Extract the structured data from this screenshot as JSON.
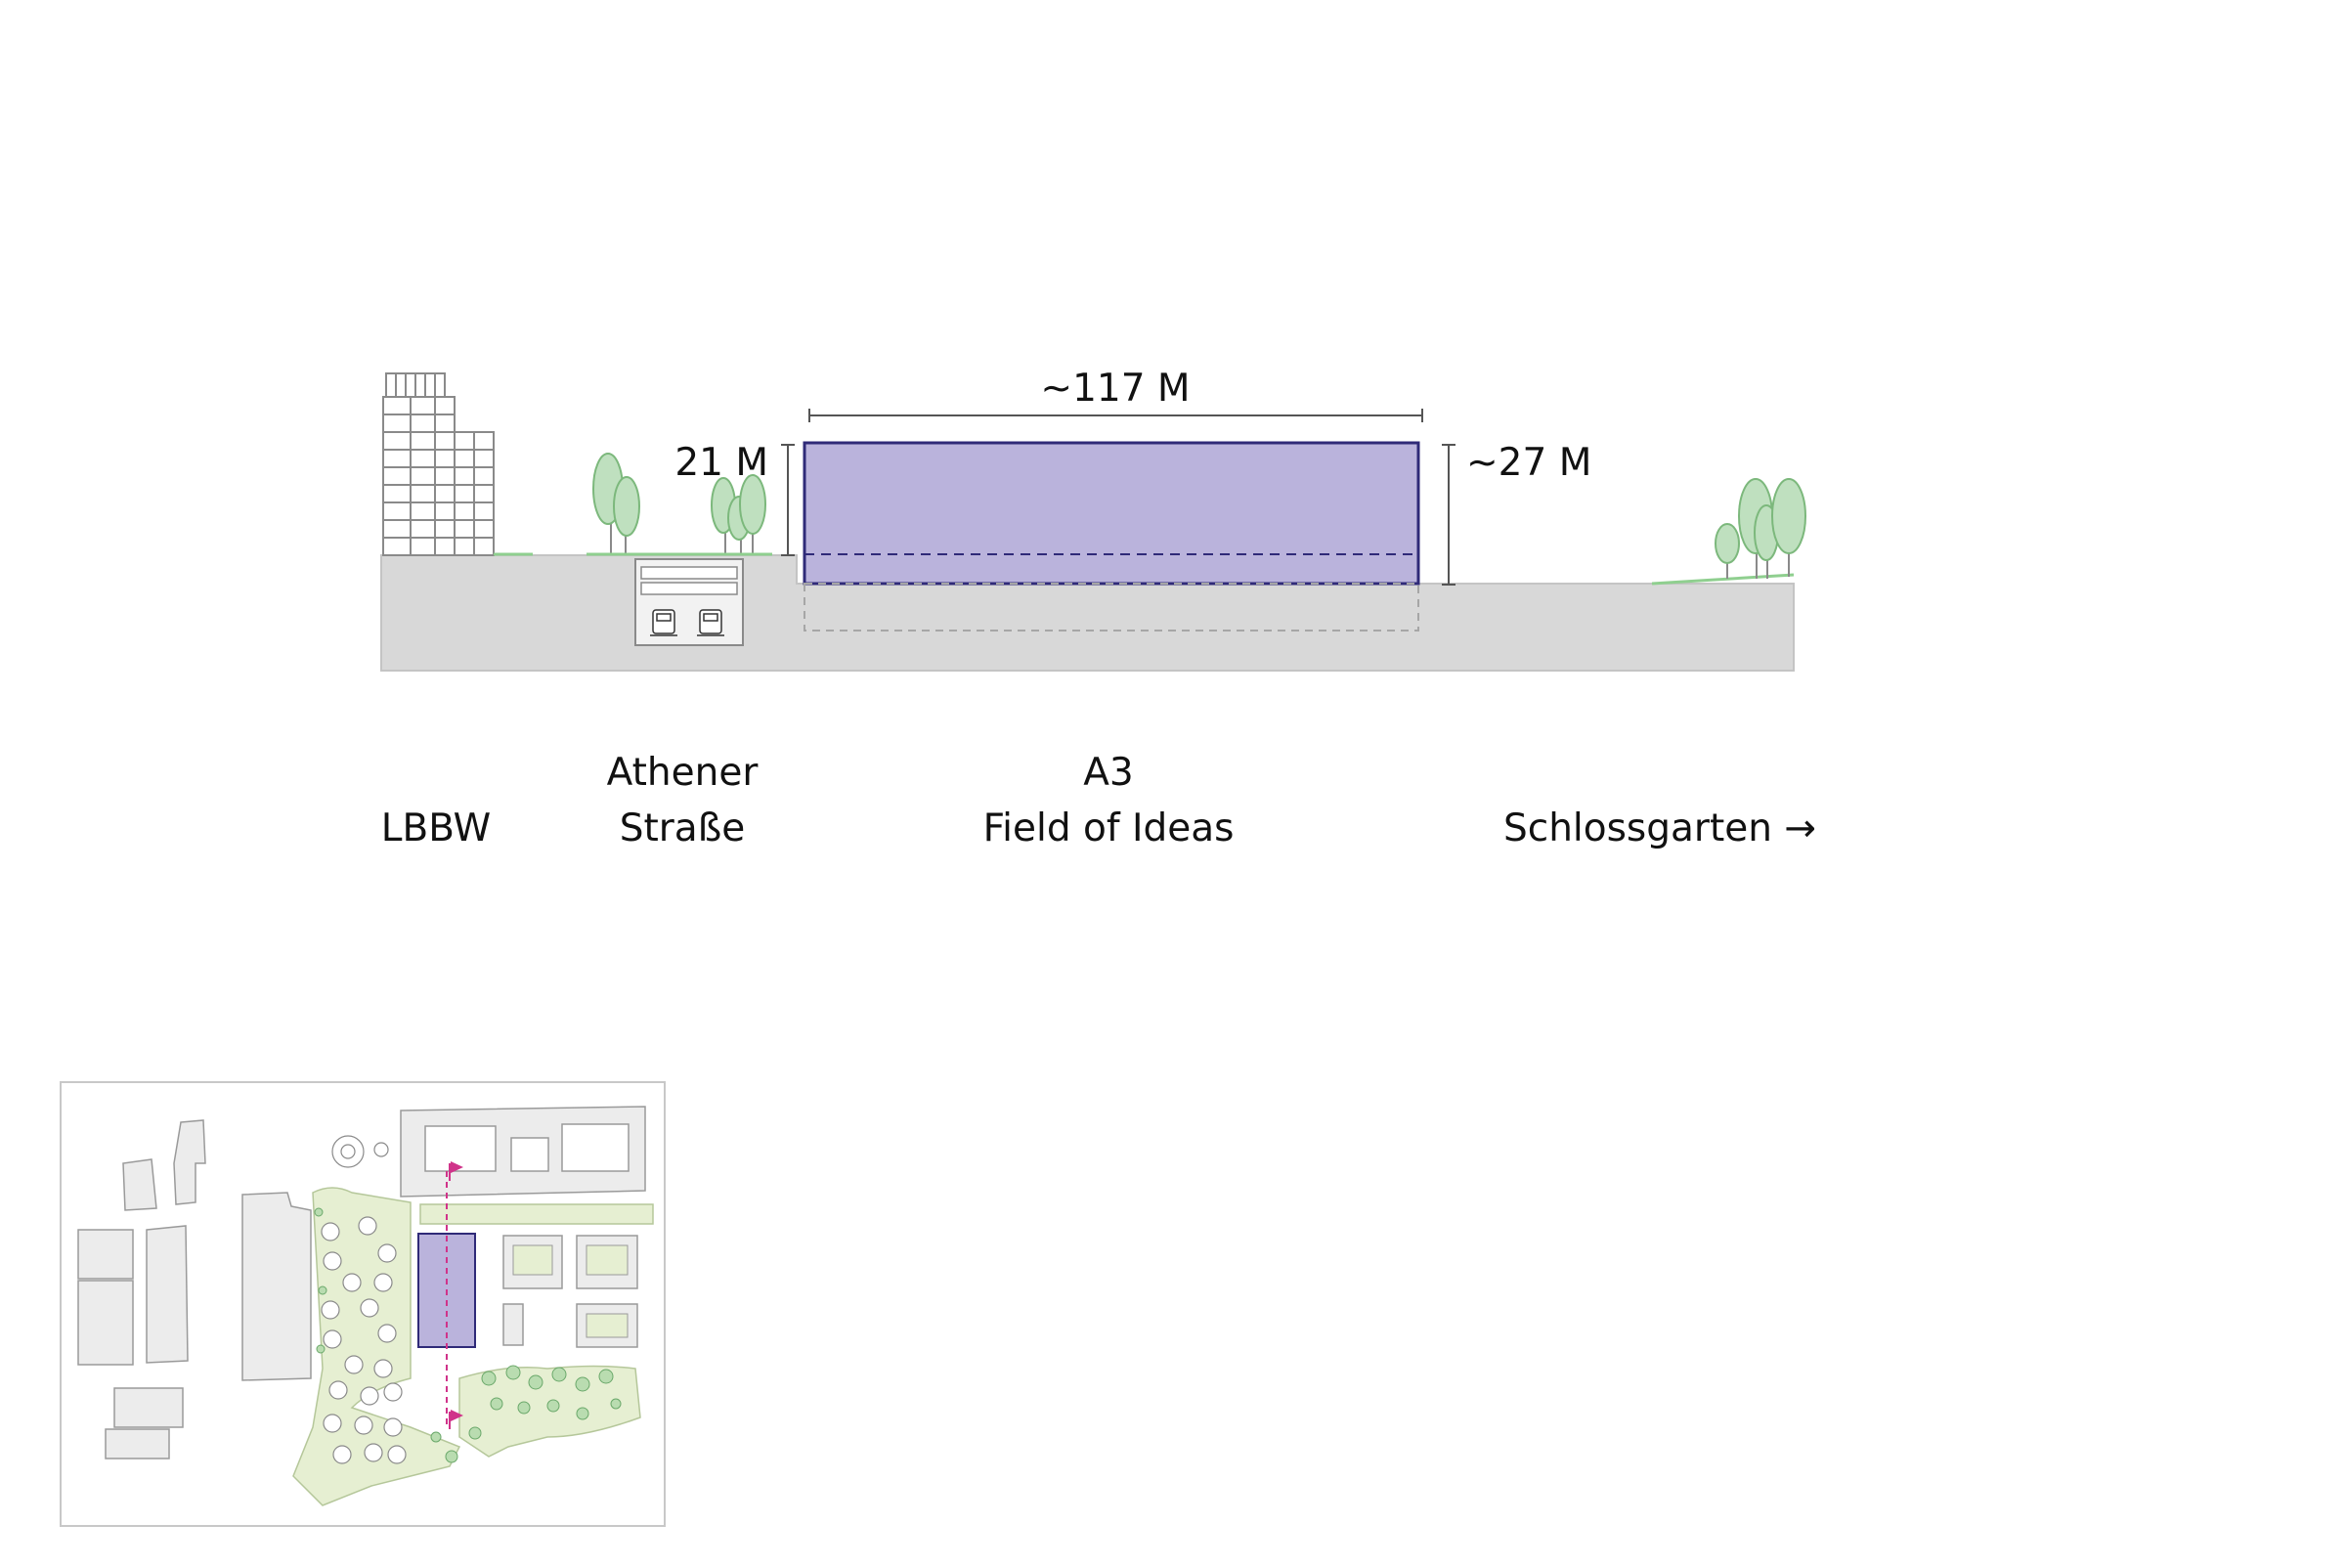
{
  "section": {
    "dimensions": {
      "width_label": "~117 M",
      "left_height_label": "21 M",
      "right_height_label": "~27 M"
    },
    "labels": {
      "lbbw": "LBBW",
      "street_line1": "Athener",
      "street_line2": "Straße",
      "building_line1": "A3",
      "building_line2": "Field of Ideas",
      "park": "Schlossgarten →"
    }
  },
  "colors": {
    "building_fill": "#bab3dc",
    "building_stroke": "#2f2a78",
    "ground": "#d8d8d8",
    "tree": "#bfe0bf",
    "tree_stroke": "#7cb87c",
    "context_building": "#ececec",
    "marker": "#d0338a",
    "park_fill": "#e6efd2"
  },
  "icons": {
    "trains": "train-icon",
    "markers": "flag-marker-icon"
  }
}
